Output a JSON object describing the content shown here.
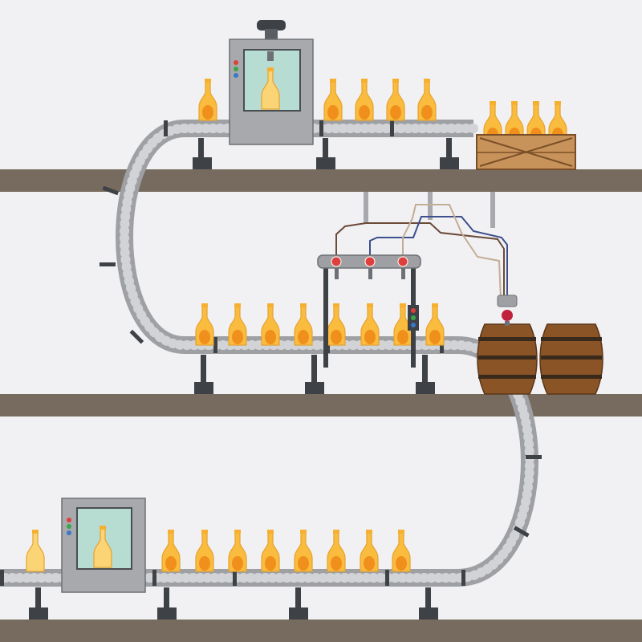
{
  "colors": {
    "background": "#f1f1f4",
    "shelf": "#776b5f",
    "bottle": "#f9bc3e",
    "bottle_outline": "#e6a22e",
    "bottle_label": "#f08f1b",
    "bottle_empty": "#fbd476",
    "machine_body": "#a7a9ac",
    "machine_window": "#b7ddd2",
    "conveyor": "#9ea0a4",
    "roller": "#d2d3d6",
    "leg": "#3e4246",
    "crate": "#c8935a",
    "barrel": "#8a5426",
    "barrel_hoop": "#3a2a1c",
    "pipe_brown": "#6b4a37",
    "pipe_navy": "#3d4f8c",
    "pipe_tan": "#c2ad95",
    "valve": "#c0213b",
    "indicator_red": "#e0403b",
    "indicator_green": "#3aa64c",
    "indicator_blue": "#3a78c9"
  },
  "icons": {
    "capping_machine": "capping-machine-icon",
    "filling_station": "filling-station-icon",
    "labeling_machine": "labeling-machine-icon",
    "bottle": "beer-bottle-icon",
    "crate": "wooden-crate-icon",
    "barrel": "wooden-barrel-icon",
    "conveyor": "conveyor-belt-icon"
  },
  "scene": {
    "bottles_in_crate": 4,
    "barrels": 2,
    "filling_nozzles": 3,
    "shelves": 3
  }
}
